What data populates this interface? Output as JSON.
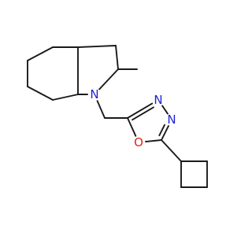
{
  "atoms": [
    {
      "id": "N1",
      "symbol": "N",
      "color": "#1f1fd6"
    },
    {
      "id": "N2",
      "symbol": "N",
      "color": "#1f1fd6"
    },
    {
      "id": "N3",
      "symbol": "N",
      "color": "#1f1fd6"
    },
    {
      "id": "O1",
      "symbol": "O",
      "color": "#e0241b"
    }
  ],
  "bond_color": "#1a1a1a"
}
